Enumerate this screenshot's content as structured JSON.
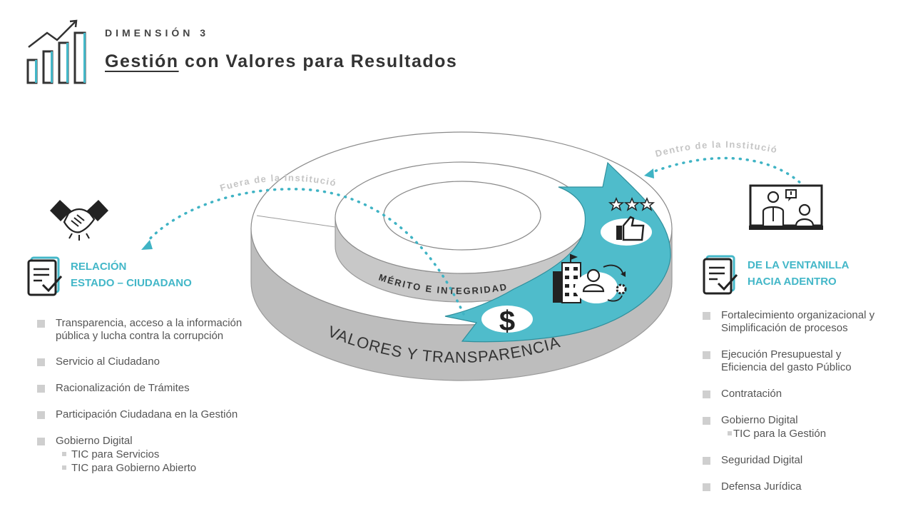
{
  "header": {
    "kicker": "DIMENSIÓN 3",
    "title_underlined": "Gestión",
    "title_rest": " con Valores para Resultados"
  },
  "diagram": {
    "outer_ring_label": "VALORES Y TRANSPARENCIA",
    "inner_ring_label": "MÉRITO E INTEGRIDAD",
    "outside_arc_label": "Fuera de la Institución",
    "inside_arc_label": "Dentro de la Institución",
    "accent_color": "#4fbccb",
    "ring_side_color": "#b9b9b9",
    "icons": [
      "chart-growth-icon",
      "handshake-icon",
      "checklist-icon",
      "video-call-icon",
      "dollar-icon",
      "thumbs-up-icon",
      "star-icon",
      "building-icon",
      "user-gear-icon"
    ]
  },
  "left_section": {
    "title_line1": "RELACIÓN",
    "title_line2": "ESTADO – CIUDADANO",
    "items": [
      {
        "label": "Transparencia, acceso a la información pública y lucha contra la corrupción"
      },
      {
        "label": "Servicio al Ciudadano"
      },
      {
        "label": "Racionalización de Trámites"
      },
      {
        "label": "Participación Ciudadana en la Gestión"
      },
      {
        "label": "Gobierno Digital",
        "sub": [
          "TIC para Servicios",
          "TIC para Gobierno Abierto"
        ]
      }
    ]
  },
  "right_section": {
    "title_line1": "DE LA VENTANILLA",
    "title_line2": "HACIA ADENTRO",
    "items": [
      {
        "label": "Fortalecimiento organizacional y Simplificación de procesos"
      },
      {
        "label": "Ejecución Presupuestal y Eficiencia del gasto Público"
      },
      {
        "label": "Contratación"
      },
      {
        "label": "Gobierno Digital",
        "sub": [
          "TIC para la Gestión"
        ]
      },
      {
        "label": "Seguridad Digital"
      },
      {
        "label": "Defensa Jurídica"
      }
    ]
  }
}
